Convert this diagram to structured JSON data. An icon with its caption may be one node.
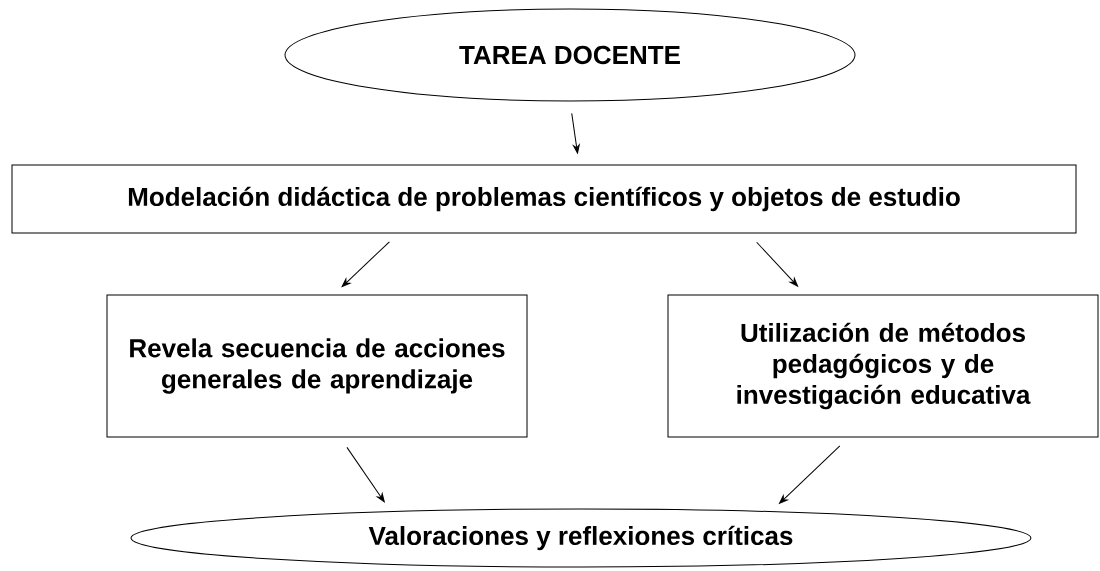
{
  "diagram": {
    "nodes": [
      {
        "text": [
          "TAREA DOCENTE"
        ]
      },
      {
        "text": [
          "Modelación didáctica de problemas científicos y objetos de estudio"
        ]
      },
      {
        "text": [
          "Revela secuencia de acciones generales de aprendizaje"
        ]
      },
      {
        "text": [
          "Utilización de métodos pedagógicos y de investigación educativa"
        ]
      },
      {
        "text": [
          "Valoraciones y reflexiones críticas"
        ]
      }
    ],
    "edges": [
      {
        "from": 0,
        "to": 1,
        "arrow": "to"
      },
      {
        "from": 1,
        "to": 2,
        "arrow": "to"
      },
      {
        "from": 1,
        "to": 3,
        "arrow": "to"
      },
      {
        "from": 2,
        "to": 4,
        "arrow": "to"
      },
      {
        "from": 3,
        "to": 4,
        "arrow": "to"
      }
    ]
  }
}
